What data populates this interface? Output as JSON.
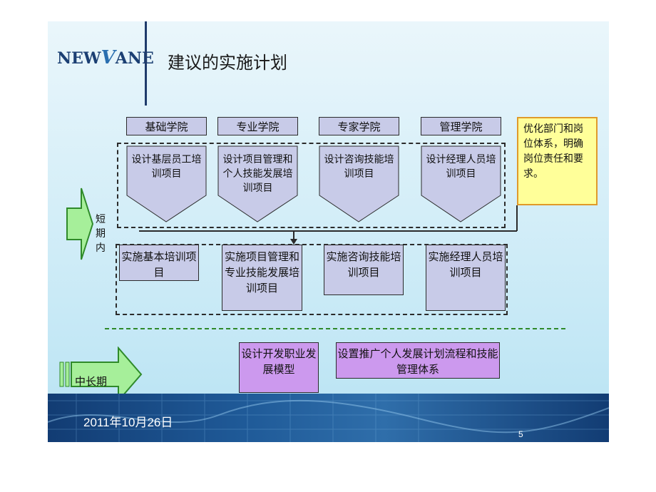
{
  "brand": {
    "prefix": "NEW",
    "v": "V",
    "suffix": "ANE"
  },
  "title": "建议的实施计划",
  "colleges": [
    {
      "name": "基础学院",
      "design": "设计基层员工培训项目",
      "implement": "实施基本培训项目"
    },
    {
      "name": "专业学院",
      "design": "设计项目管理和个人技能发展培训项目",
      "implement": "实施项目管理和专业技能发展培训项目"
    },
    {
      "name": "专家学院",
      "design": "设计咨询技能培训项目",
      "implement": "实施咨询技能培训项目"
    },
    {
      "name": "管理学院",
      "design": "设计经理人员培训项目",
      "implement": "实施经理人员培训项目"
    }
  ],
  "note": "优化部门和岗位体系，明确岗位责任和要求。",
  "short_term": "短期内",
  "long_term": {
    "label": "中长期",
    "items": [
      "设计开发职业发展模型",
      "设置推广个人发展计划流程和技能管理体系"
    ]
  },
  "footer": {
    "date": "2011年10月26日",
    "page": "5"
  }
}
